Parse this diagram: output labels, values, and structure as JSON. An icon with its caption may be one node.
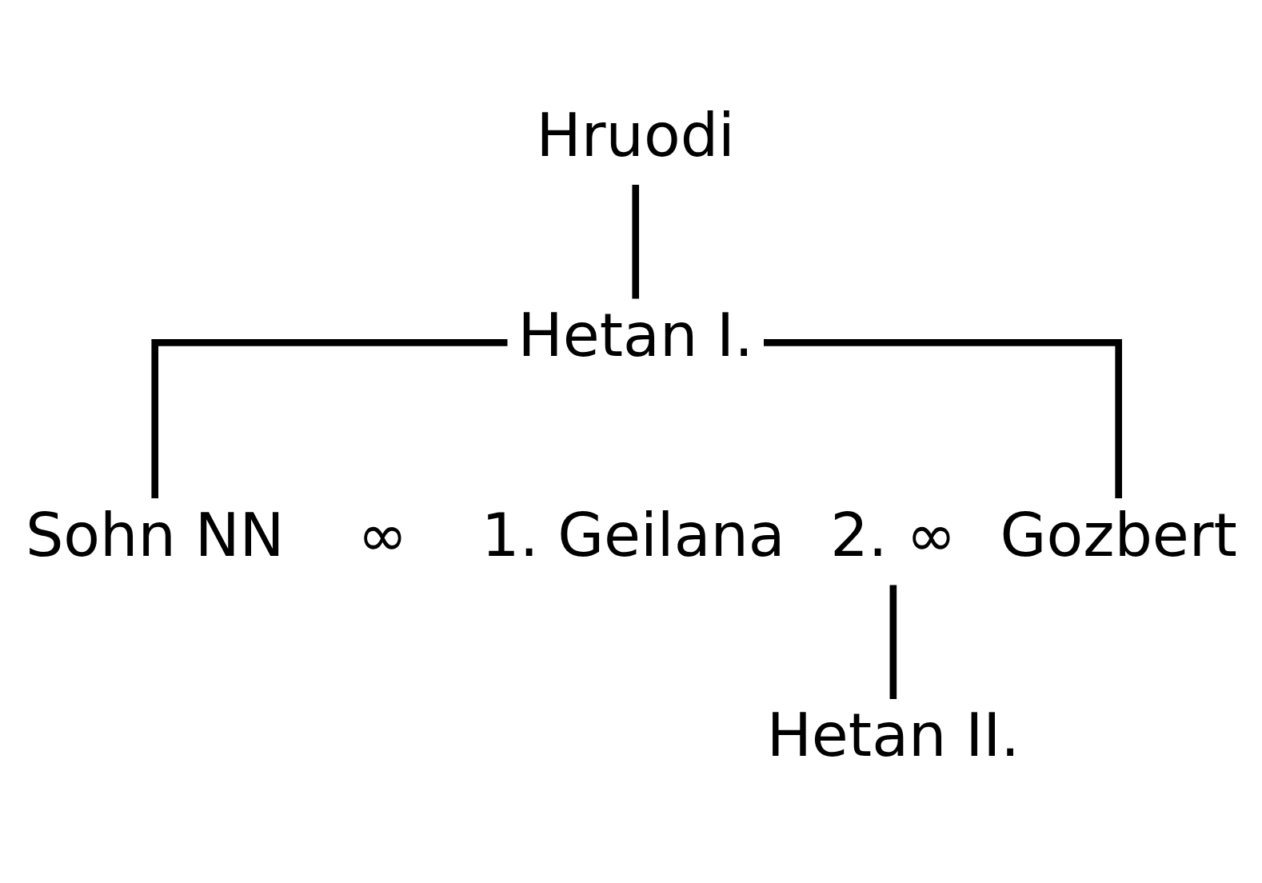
{
  "diagram": {
    "nodes": [
      {
        "text": [
          "Hruodi"
        ]
      },
      {
        "text": [
          "Hetan I."
        ]
      },
      {
        "text": [
          "Sohn NN"
        ]
      },
      {
        "text": [
          "∞"
        ]
      },
      {
        "text": [
          "1. Geilana"
        ]
      },
      {
        "text": [
          "2. ∞"
        ]
      },
      {
        "text": [
          "Gozbert"
        ]
      },
      {
        "text": [
          "Hetan II."
        ]
      }
    ],
    "edges": [
      {
        "from": 0,
        "to": 1,
        "arrow": "none"
      },
      {
        "from": 1,
        "to": 2,
        "arrow": "none"
      },
      {
        "from": 1,
        "to": 6,
        "arrow": "none"
      },
      {
        "from": 5,
        "to": 7,
        "arrow": "none"
      }
    ]
  }
}
